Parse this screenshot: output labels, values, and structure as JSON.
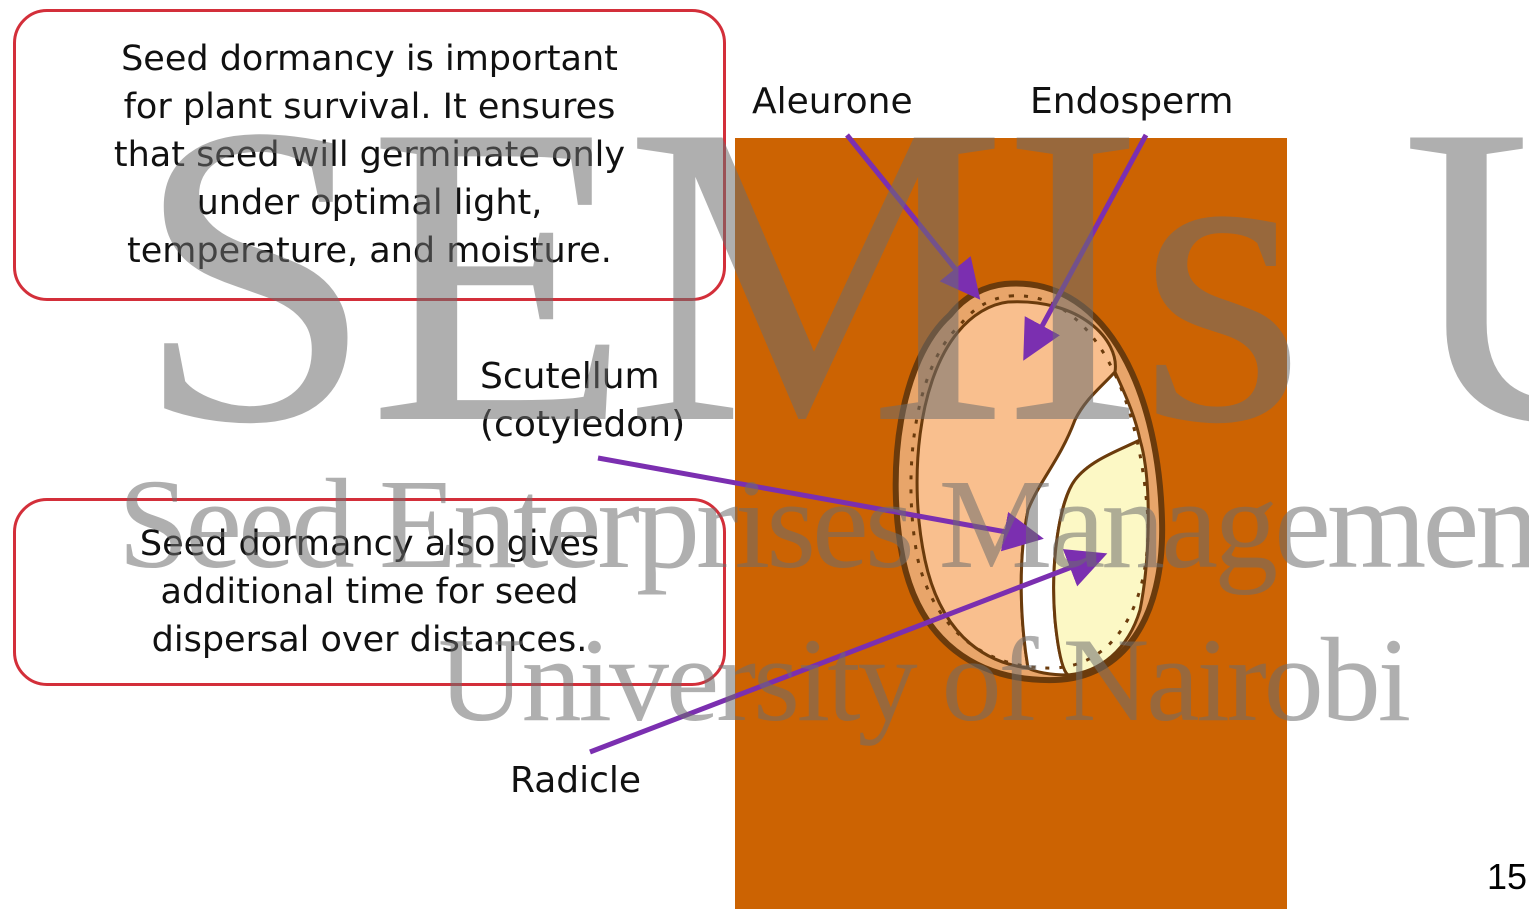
{
  "callouts": {
    "top": "Seed dormancy is important\nfor plant survival. It ensures\nthat seed will germinate only\nunder optimal light,\ntemperature, and moisture.",
    "bottom": "Seed dormancy also gives\nadditional time for seed\ndispersal over distances."
  },
  "labels": {
    "aleurone": "Aleurone",
    "endosperm": "Endosperm",
    "scutellum": "Scutellum\n(cotyledon)",
    "radicle": "Radicle"
  },
  "watermark": {
    "line1": "SEMIs UoN",
    "line2": "Seed Enterprises Management Institute",
    "line3": "University of Nairobi"
  },
  "slide_number": "15",
  "colors": {
    "background_panel": "#cc6302",
    "seed_coat": "#e8a56a",
    "endosperm": "#f9bf8e",
    "scutellum": "#ffffff",
    "embryo_axis": "#fcf8c5",
    "outline": "#6b3b0c",
    "arrow": "#7b2fb0",
    "callout_border": "#d32f3a"
  }
}
